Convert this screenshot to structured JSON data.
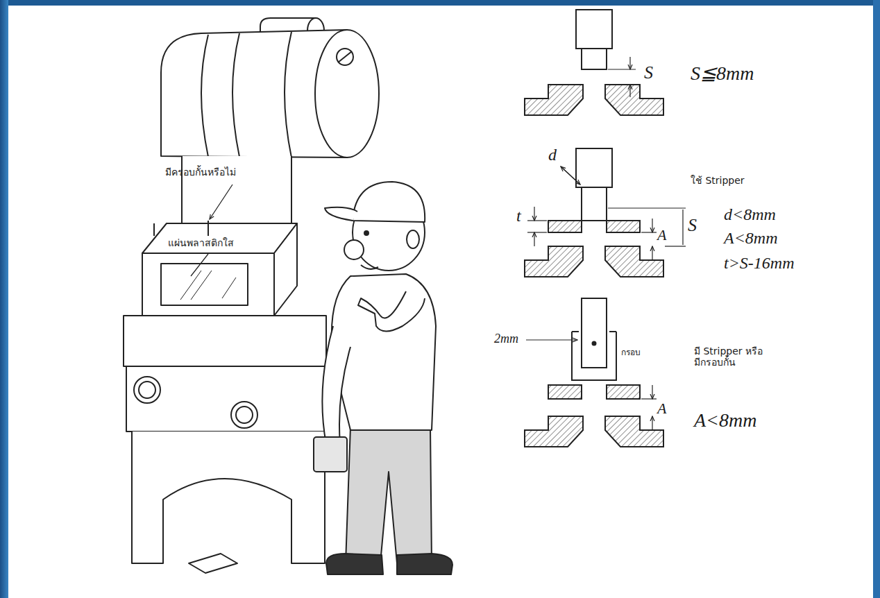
{
  "diagram": {
    "labels": [
      "มีครอบกั้นหรือไม่",
      "แผ่นพลาสติกใส",
      "S",
      "S≦8mm",
      "d",
      "ใช้ Stripper",
      "t",
      "A",
      "S",
      "d<8mm",
      "A<8mm",
      "t>S-16mm",
      "2mm",
      "กรอบ",
      "มี Stripper หรือมีกรอบกั้น",
      "A",
      "A<8mm"
    ]
  }
}
